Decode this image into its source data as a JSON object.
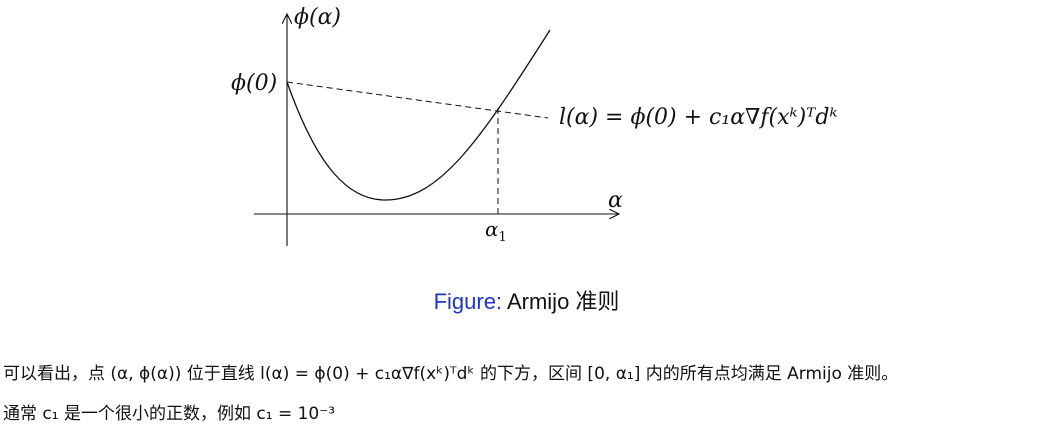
{
  "figure": {
    "y_axis_label": "ϕ(α)",
    "x_axis_label": "α",
    "phi0_label": "ϕ(0)",
    "alpha1_label": "α",
    "alpha1_sub": "1",
    "line_label": "l(α) = ϕ(0) + c₁α∇f(xᵏ)ᵀdᵏ"
  },
  "caption": {
    "label": "Figure:",
    "text": "Armijo 准则"
  },
  "body": {
    "paragraph1": "可以看出，点 (α, ϕ(α)) 位于直线 l(α) = ϕ(0) + c₁α∇f(xᵏ)ᵀdᵏ 的下方，区间 [0, α₁] 内的所有点均满足 Armijo 准则。",
    "paragraph2": "通常 c₁ 是一个很小的正数，例如 c₁ = 10⁻³"
  }
}
